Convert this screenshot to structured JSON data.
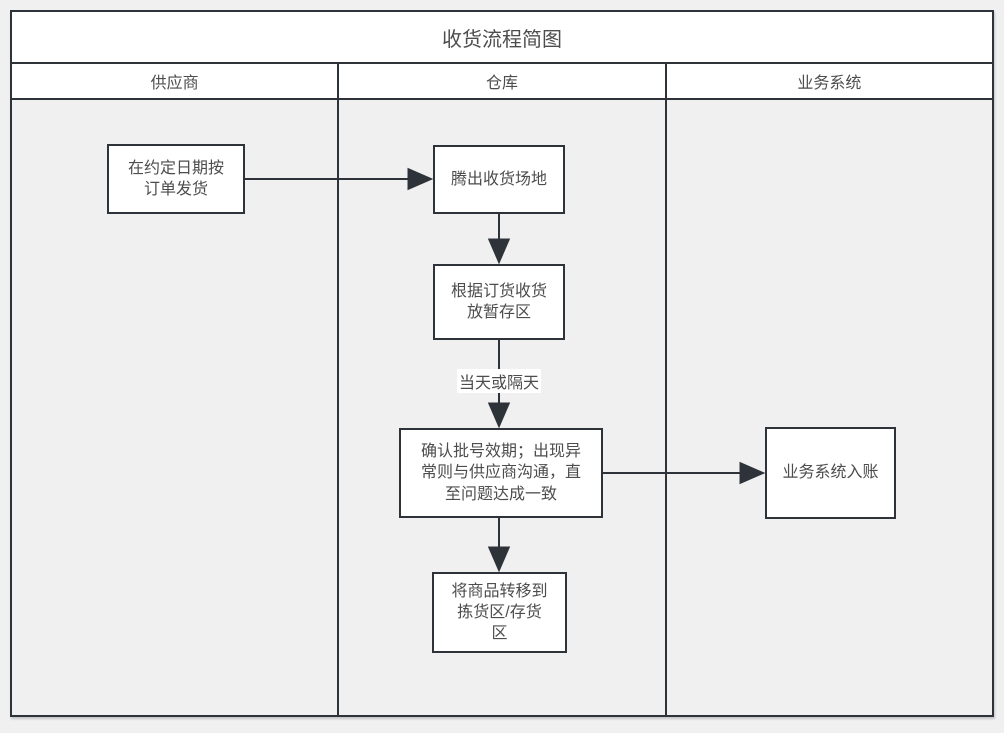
{
  "colors": {
    "page_background": "#f0f0f1",
    "line": "#2e333a",
    "text": "#4d4d4d",
    "node_fill": "#ffffff",
    "band_fill": "#ffffff"
  },
  "pool": {
    "title": "收货流程简图",
    "lanes": [
      {
        "label": "供应商"
      },
      {
        "label": "仓库"
      },
      {
        "label": "业务系统"
      }
    ]
  },
  "nodes": [
    {
      "id": "ship-on-agreed-date",
      "lane": "供应商",
      "label": "在约定日期按\n订单发货"
    },
    {
      "id": "clear-receiving-area",
      "lane": "仓库",
      "label": "腾出收货场地"
    },
    {
      "id": "receive-to-staging",
      "lane": "仓库",
      "label": "根据订货收货\n放暂存区"
    },
    {
      "id": "check-batch-expiry",
      "lane": "仓库",
      "label": "确认批号效期；出现异\n常则与供应商沟通，直\n至问题达成一致"
    },
    {
      "id": "system-posting",
      "lane": "业务系统",
      "label": "业务系统入账"
    },
    {
      "id": "move-to-picking",
      "lane": "仓库",
      "label": "将商品转移到\n拣货区/存货\n区"
    }
  ],
  "edges": [
    {
      "from": "ship-on-agreed-date",
      "to": "clear-receiving-area",
      "label": ""
    },
    {
      "from": "clear-receiving-area",
      "to": "receive-to-staging",
      "label": ""
    },
    {
      "from": "receive-to-staging",
      "to": "check-batch-expiry",
      "label": "当天或隔天"
    },
    {
      "from": "check-batch-expiry",
      "to": "system-posting",
      "label": ""
    },
    {
      "from": "check-batch-expiry",
      "to": "move-to-picking",
      "label": ""
    }
  ]
}
